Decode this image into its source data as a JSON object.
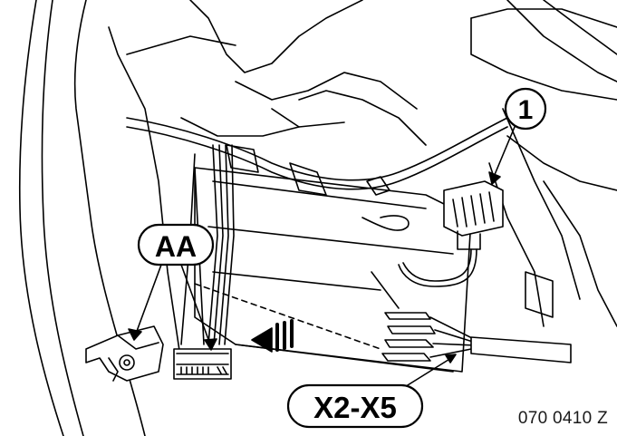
{
  "callouts": {
    "part_number": "1",
    "connector_group": "AA",
    "connector_range": "X2-X5"
  },
  "figure_number": "070 0410 Z",
  "colors": {
    "line": "#000000",
    "background": "#ffffff",
    "label_fill": "#ffffff"
  }
}
